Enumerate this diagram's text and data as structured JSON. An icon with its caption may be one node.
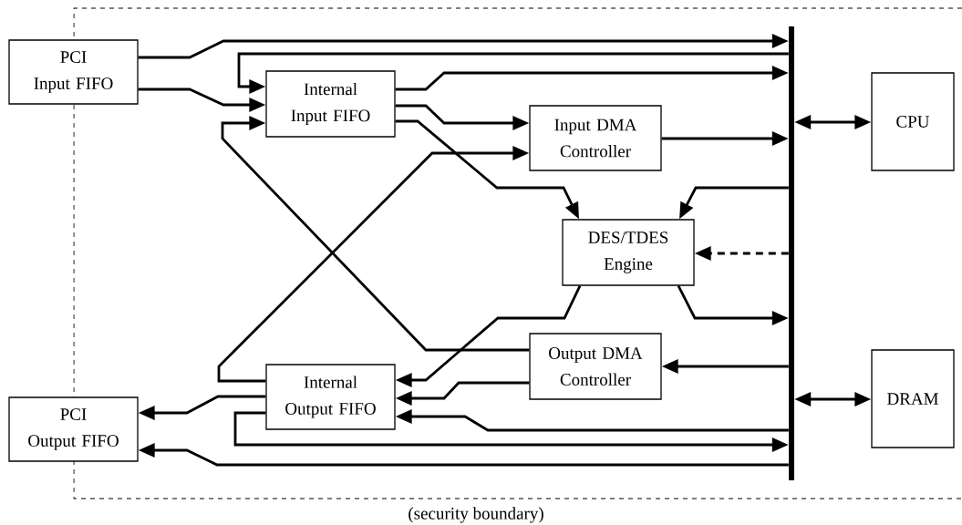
{
  "diagram": {
    "nodes": [
      {
        "text": [
          "PCI Input FIFO"
        ]
      },
      {
        "text": [
          "Internal Input FIFO"
        ]
      },
      {
        "text": [
          "Input DMA Controller"
        ]
      },
      {
        "text": [
          "CPU"
        ]
      },
      {
        "text": [
          "DES/TDES Engine"
        ]
      },
      {
        "text": [
          "Output DMA Controller"
        ]
      },
      {
        "text": [
          "Internal Output FIFO"
        ]
      },
      {
        "text": [
          "PCI Output FIFO"
        ]
      },
      {
        "text": [
          "DRAM"
        ]
      },
      {
        "text": [],
        "shape": "bar"
      }
    ],
    "edges": [
      {
        "from": 0,
        "to": 9,
        "arrow": "to"
      },
      {
        "from": 0,
        "to": 1,
        "arrow": "to"
      },
      {
        "from": 9,
        "to": 1,
        "arrow": "to"
      },
      {
        "from": 5,
        "to": 1,
        "arrow": "to"
      },
      {
        "from": 1,
        "to": 9,
        "arrow": "to"
      },
      {
        "from": 1,
        "to": 2,
        "arrow": "to"
      },
      {
        "from": 1,
        "to": 4,
        "arrow": "to"
      },
      {
        "from": 6,
        "to": 2,
        "arrow": "to"
      },
      {
        "from": 2,
        "to": 9,
        "arrow": "to"
      },
      {
        "from": 9,
        "to": 4,
        "arrow": "to"
      },
      {
        "from": 9,
        "to": 4,
        "arrow": "to",
        "style": "dashed"
      },
      {
        "from": 4,
        "to": 6,
        "arrow": "to"
      },
      {
        "from": 4,
        "to": 9,
        "arrow": "to"
      },
      {
        "from": 9,
        "to": 5,
        "arrow": "to"
      },
      {
        "from": 5,
        "to": 6,
        "arrow": "to"
      },
      {
        "from": 9,
        "to": 6,
        "arrow": "to"
      },
      {
        "from": 6,
        "to": 9,
        "arrow": "to"
      },
      {
        "from": 6,
        "to": 7,
        "arrow": "to"
      },
      {
        "from": 9,
        "to": 7,
        "arrow": "to"
      },
      {
        "from": 9,
        "to": 3,
        "arrow": "both"
      },
      {
        "from": 9,
        "to": 8,
        "arrow": "both"
      }
    ],
    "labels": [
      "(security boundary)"
    ]
  }
}
